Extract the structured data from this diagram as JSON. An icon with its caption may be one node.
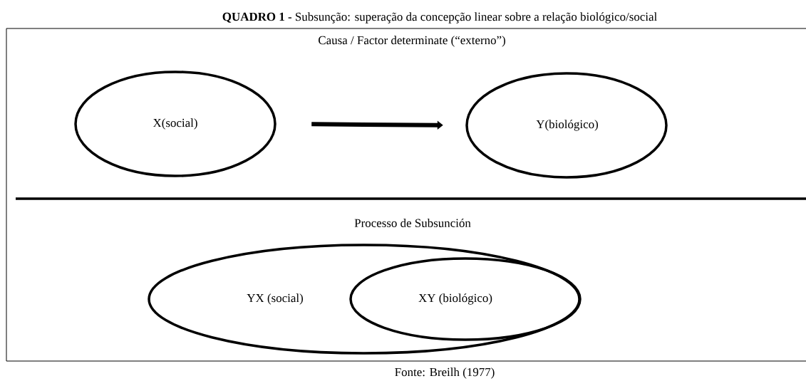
{
  "diagram": {
    "title": "**QUADRO 1 -** Subsunção: superação da concepção linear sobre a relação biológico/social",
    "caption": "Fonte: Breilh (1977)",
    "nodes": [
      {
        "text": [
          "X(social)"
        ]
      },
      {
        "text": [
          "Y(biológico)"
        ]
      },
      {
        "text": [
          "YX (social)"
        ]
      },
      {
        "text": [
          "XY (biológico)"
        ],
        "in": 2
      }
    ],
    "edges": [
      {
        "from": 0,
        "to": 1,
        "arrow": "to"
      }
    ],
    "labels": [
      "Causa / Factor determinate (“externo”)",
      "Processo de Subsunción"
    ]
  }
}
